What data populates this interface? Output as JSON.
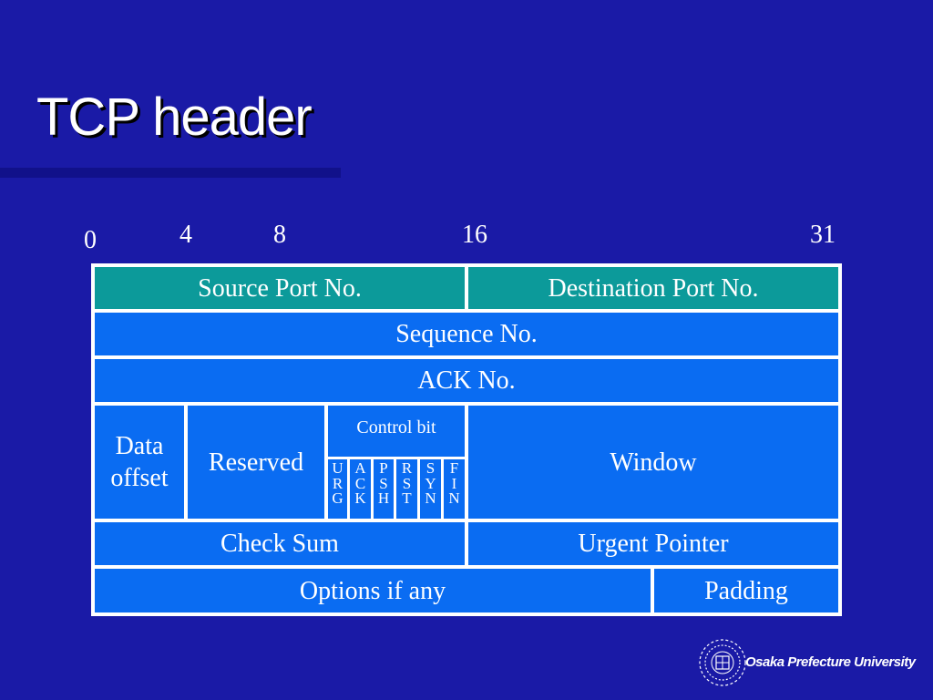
{
  "slide": {
    "title": "TCP header"
  },
  "bit_markers": [
    "0",
    "4",
    "8",
    "16",
    "31"
  ],
  "rows": {
    "row1": {
      "source_port": "Source Port No.",
      "destination_port": "Destination Port No."
    },
    "row2": {
      "sequence": "Sequence No."
    },
    "row3": {
      "ack": "ACK No."
    },
    "row4": {
      "data_offset": [
        "Data",
        "offset"
      ],
      "reserved": "Reserved",
      "control_bit": "Control bit",
      "flags": [
        [
          "U",
          "R",
          "G"
        ],
        [
          "A",
          "C",
          "K"
        ],
        [
          "P",
          "S",
          "H"
        ],
        [
          "R",
          "S",
          "T"
        ],
        [
          "S",
          "Y",
          "N"
        ],
        [
          "F",
          "I",
          "N"
        ]
      ],
      "window": "Window"
    },
    "row5": {
      "checksum": "Check Sum",
      "urgent_pointer": "Urgent Pointer"
    },
    "row6": {
      "options": "Options if any",
      "padding": "Padding"
    }
  },
  "footer": {
    "organization": "Osaka Prefecture University"
  },
  "colors": {
    "background": "#1a1aa6",
    "cell_blue": "#0a6cf2",
    "cell_teal": "#0c9a9a",
    "grid_lines": "#ffffff"
  },
  "icons": {
    "logo": "university-seal-icon"
  }
}
